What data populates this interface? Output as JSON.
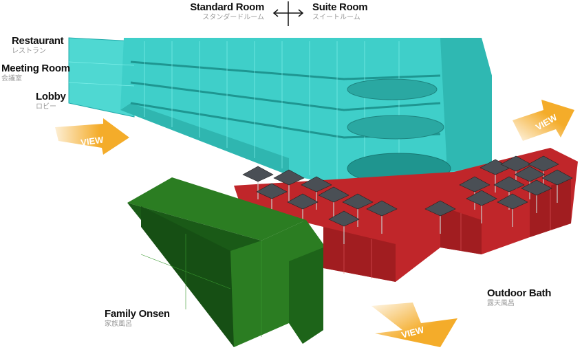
{
  "labels": {
    "standard_room": {
      "en": "Standard Room",
      "jp": "スタンダードルーム"
    },
    "suite_room": {
      "en": "Suite Room",
      "jp": "スイートルーム"
    },
    "restaurant": {
      "en": "Restaurant",
      "jp": "レストラン"
    },
    "meeting_room": {
      "en": "Meeting Room",
      "jp": "会議室"
    },
    "lobby": {
      "en": "Lobby",
      "jp": "ロビー"
    },
    "family_onsen": {
      "en": "Family Onsen",
      "jp": "家族風呂"
    },
    "outdoor_bath": {
      "en": "Outdoor Bath",
      "jp": "露天風呂"
    }
  },
  "view_arrows": {
    "left": "VIEW",
    "top_right": "VIEW",
    "bottom": "VIEW"
  },
  "colors": {
    "hotel": "#3fd6d0",
    "bath": "#c0262a",
    "onsen": "#1f6e1c",
    "arrow": "#f4ac2a",
    "umbrella": "#4a4f55"
  }
}
